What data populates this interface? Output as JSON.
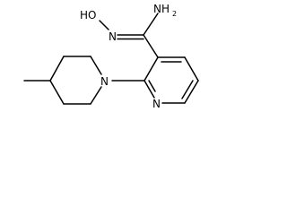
{
  "molecule": {
    "atoms": {
      "hydroxyl": "HO",
      "hydroxyl_n": "N",
      "amine": "NH",
      "amine_subscript": "2",
      "pyridine_n": "N",
      "piperidine_n": "N"
    },
    "colors": {
      "bond": "#000000",
      "label": "#000000",
      "background": "#ffffff"
    }
  }
}
